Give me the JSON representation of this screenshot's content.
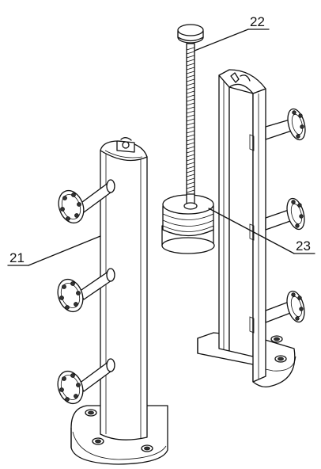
{
  "figure": {
    "labels": {
      "part_21": "21",
      "part_22": "22",
      "part_23": "23"
    },
    "colors": {
      "line": "#111111",
      "background": "#ffffff"
    }
  }
}
